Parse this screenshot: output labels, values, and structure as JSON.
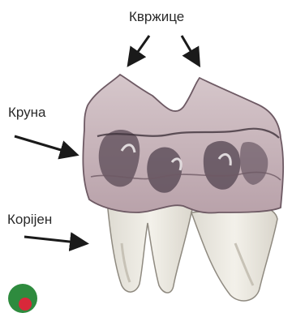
{
  "labels": {
    "cusps": "Квржице",
    "crown": "Круна",
    "root": "Корijен"
  },
  "icons": {
    "figure": "molar-tooth-illustration",
    "badge": "green-red-circle-badge"
  },
  "colors": {
    "arrow": "#1a1a1a",
    "crown_base": "#c9b7bd",
    "crown_dark": "#4a3c48",
    "root": "#ece8e0",
    "badge_green": "#2e8b3e",
    "badge_red": "#d8283a"
  }
}
